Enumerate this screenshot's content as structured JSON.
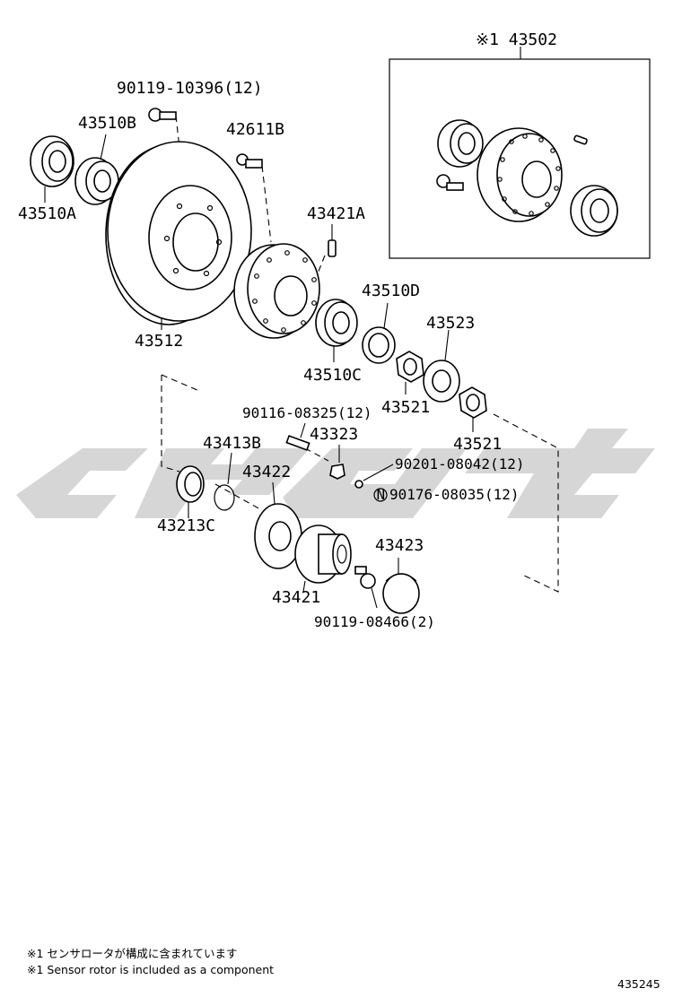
{
  "assembly": {
    "label": "※1 43502"
  },
  "parts": {
    "p_90119_10396": "90119-10396(12)",
    "p_43510B": "43510B",
    "p_42611B": "42611B",
    "p_43510A": "43510A",
    "p_43421A": "43421A",
    "p_43512": "43512",
    "p_43510D": "43510D",
    "p_43523": "43523",
    "p_43510C": "43510C",
    "p_43521_a": "43521",
    "p_90116_08325": "90116-08325(12)",
    "p_43323": "43323",
    "p_43413B": "43413B",
    "p_43422": "43422",
    "p_43521_b": "43521",
    "p_90201_08042": "90201-08042(12)",
    "p_90176_08035": "90176-08035(12)",
    "p_43213C": "43213C",
    "p_43423": "43423",
    "p_43421": "43421",
    "p_90119_08466": "90119-08466(2)"
  },
  "symbols": {
    "n_mark": "N"
  },
  "notes": {
    "line_jp": "※1 センサロータが構成に含まれています",
    "line_en": "※1 Sensor rotor is included as a component"
  },
  "diagram_id": "435245",
  "watermark_color": "#d6d6d6"
}
